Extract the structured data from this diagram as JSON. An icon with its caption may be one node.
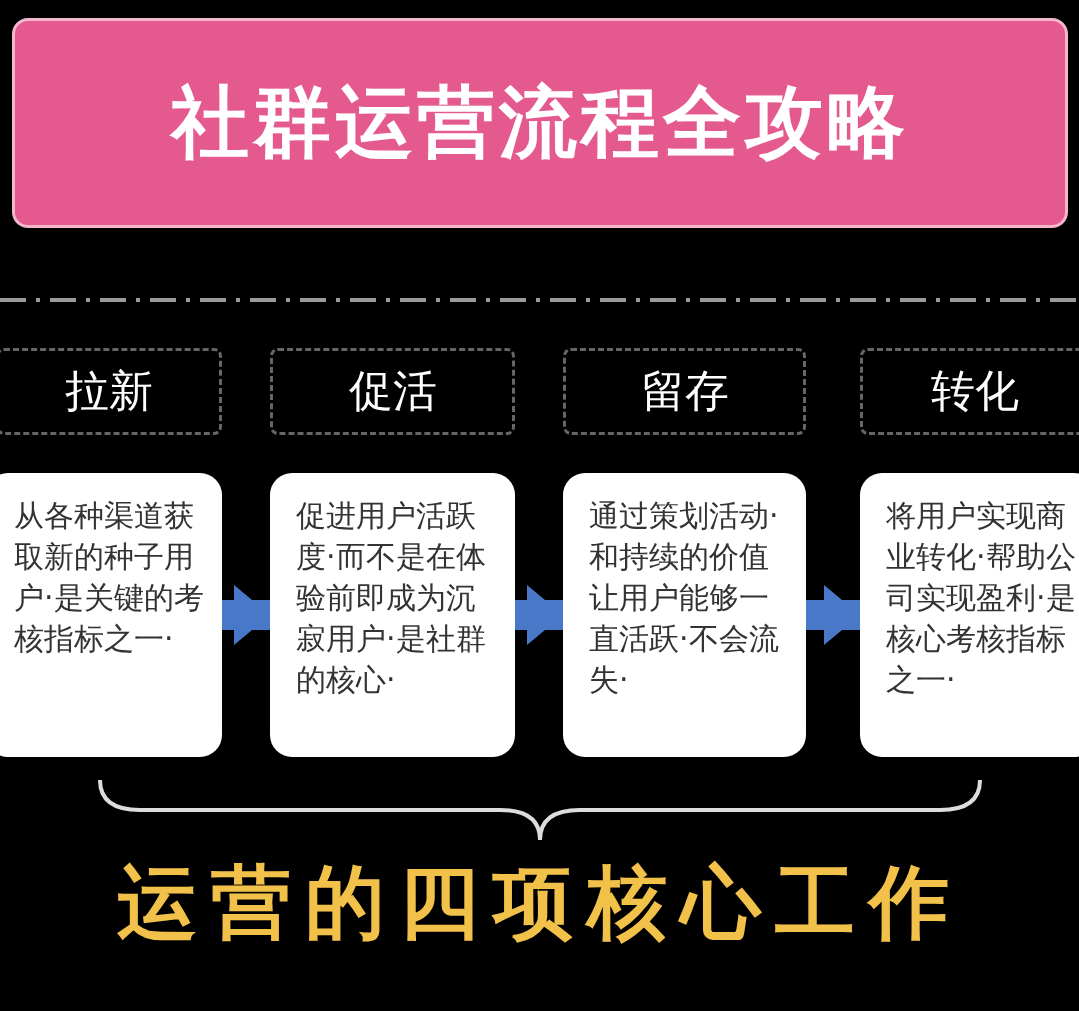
{
  "diagram": {
    "title": "社群运营流程全攻略",
    "caption": "运营的四项核心工作",
    "nodes": [
      {
        "text": [
          "拉新"
        ]
      },
      {
        "text": [
          "促活"
        ]
      },
      {
        "text": [
          "留存"
        ]
      },
      {
        "text": [
          "转化"
        ]
      },
      {
        "text": [
          "从各种渠道获取新的种子用户·是关键的考核指标之一·"
        ]
      },
      {
        "text": [
          "促进用户活跃度·而不是在体验前即成为沉寂用户·是社群的核心·"
        ]
      },
      {
        "text": [
          "通过策划活动·和持续的价值让用户能够一直活跃·不会流失·"
        ]
      },
      {
        "text": [
          "将用户实现商业转化·帮助公司实现盈利·是核心考核指标之一·"
        ]
      }
    ],
    "edges": [
      {
        "from": 4,
        "to": 5,
        "arrow": "to",
        "color": "#4a78c8"
      },
      {
        "from": 5,
        "to": 6,
        "arrow": "to",
        "color": "#4a78c8"
      },
      {
        "from": 6,
        "to": 7,
        "arrow": "to",
        "color": "#4a78c8"
      }
    ]
  }
}
